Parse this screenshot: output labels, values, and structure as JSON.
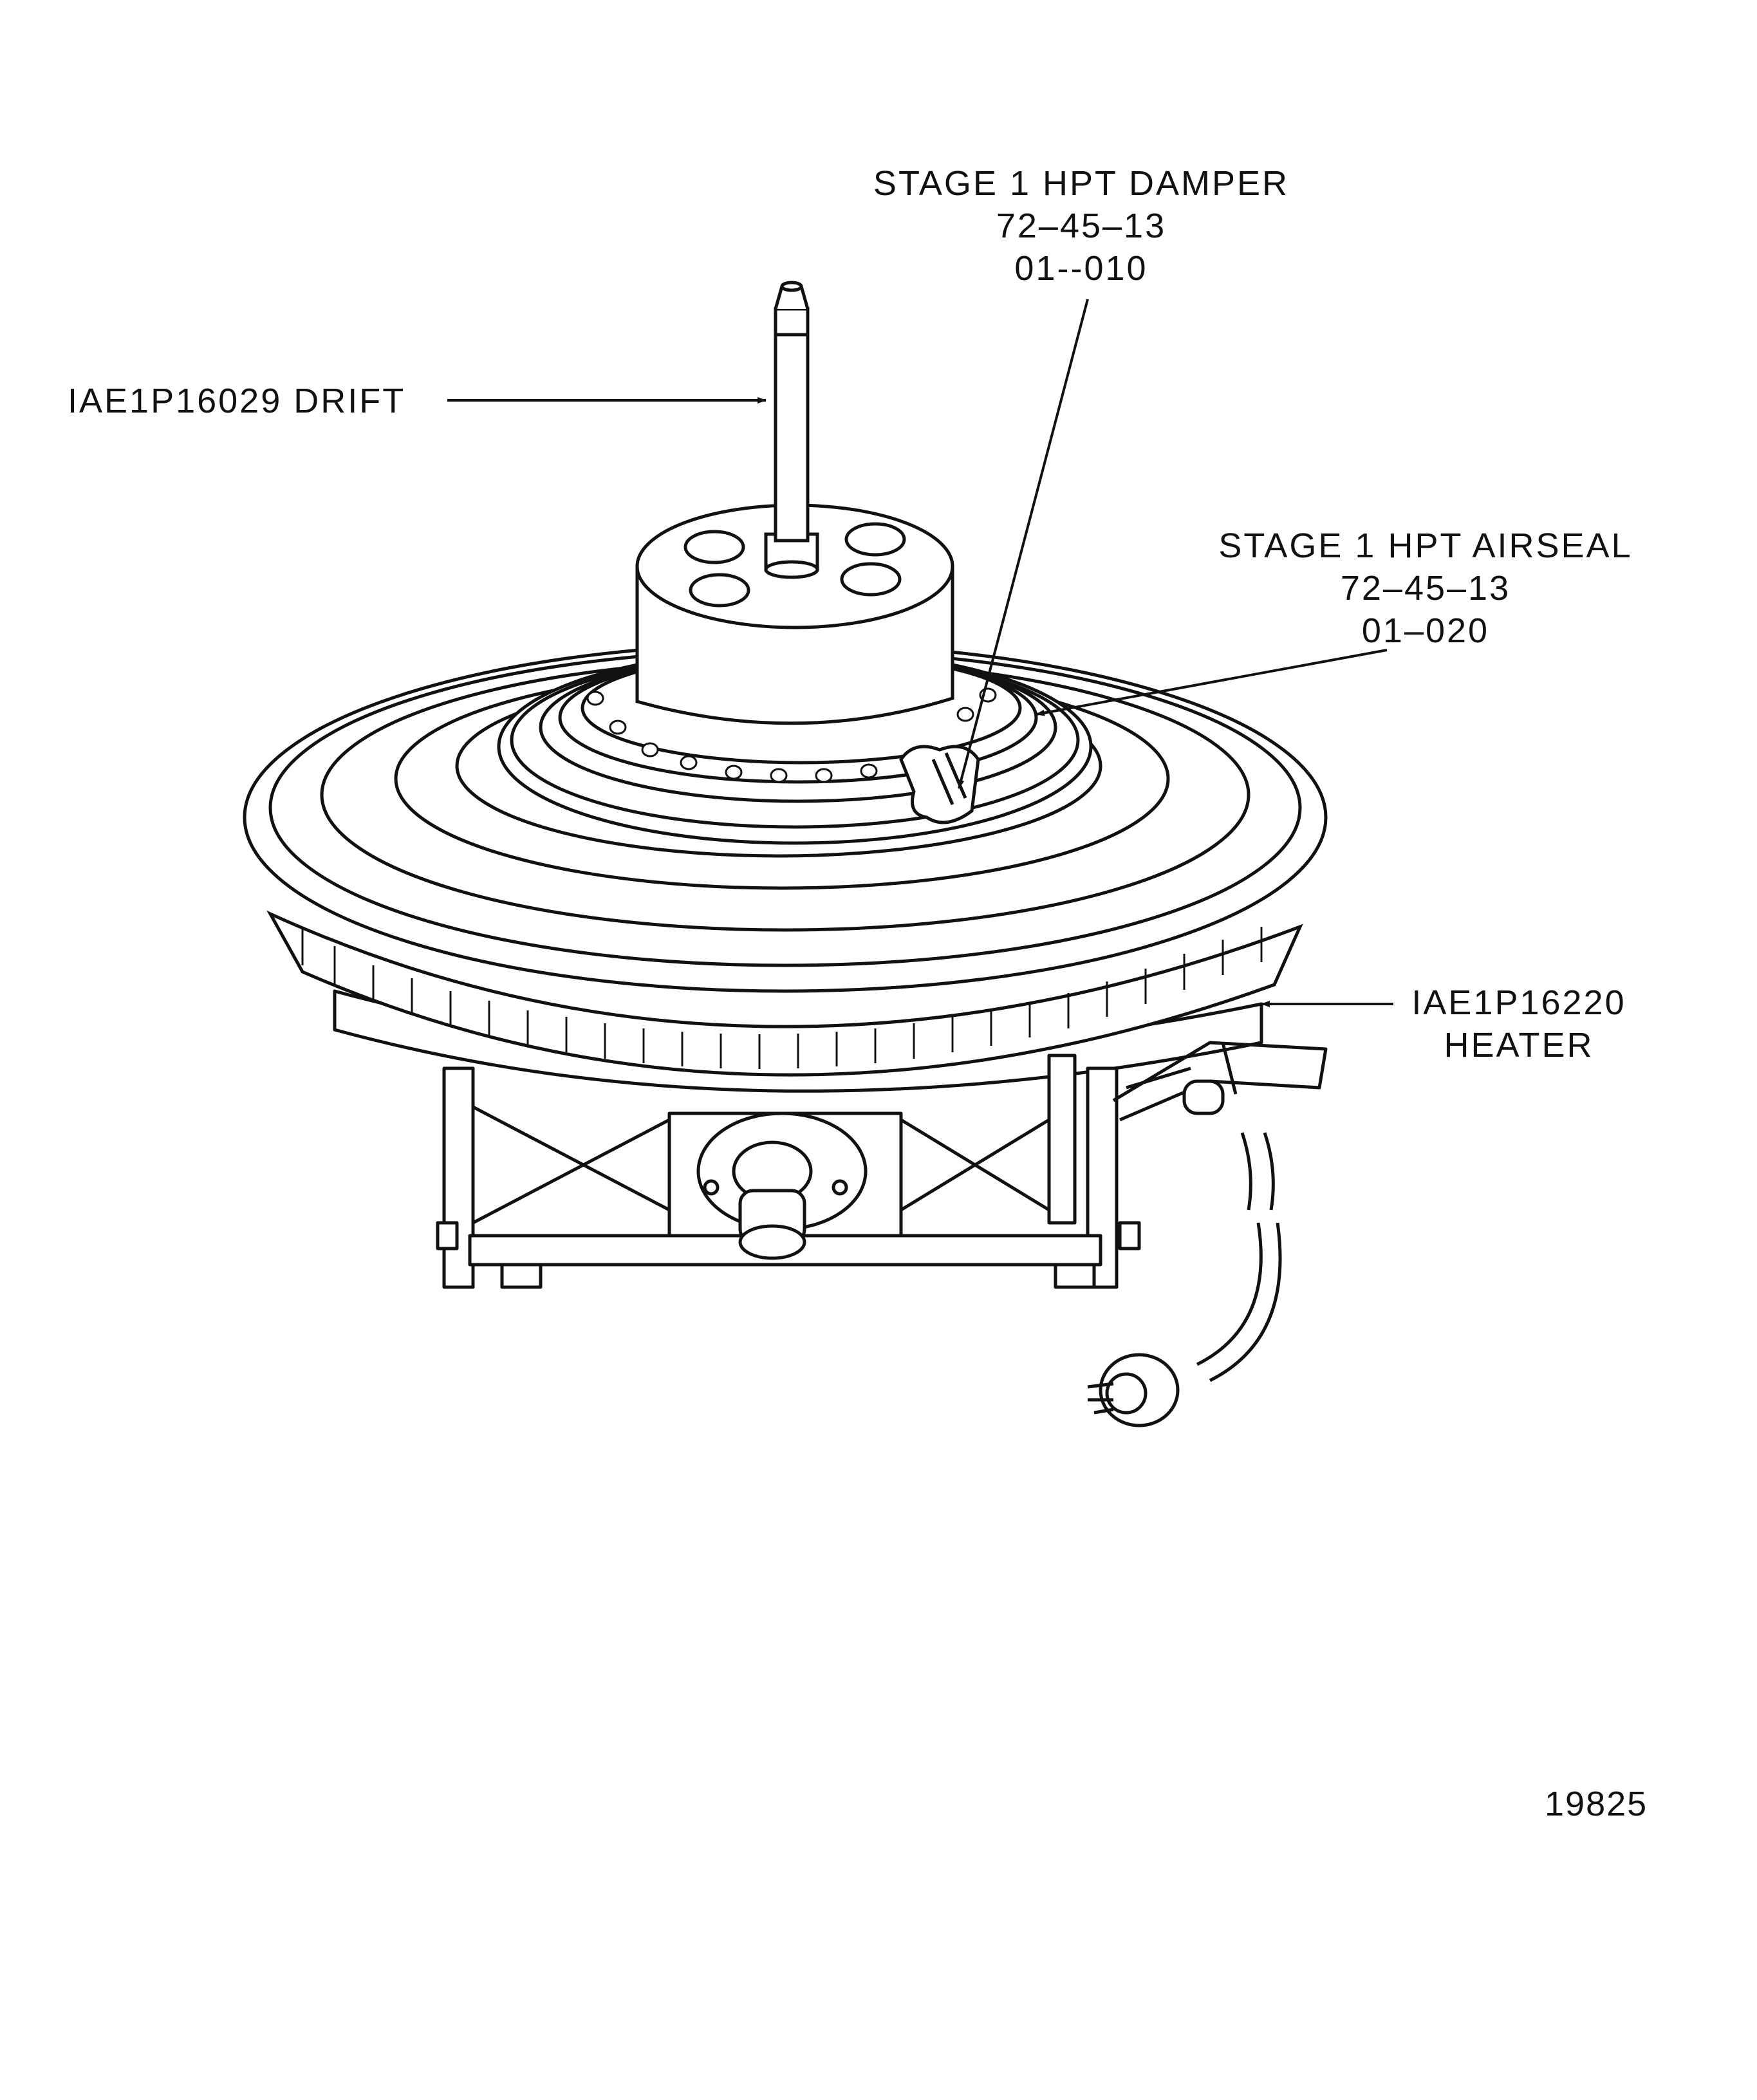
{
  "callouts": {
    "damper": {
      "name": "STAGE 1 HPT DAMPER",
      "ref": "72–45–13",
      "item": "01--010"
    },
    "drift": {
      "label": "IAE1P16029 DRIFT"
    },
    "airseal": {
      "name": "STAGE 1 HPT AIRSEAL",
      "ref": "72–45–13",
      "item": "01–020"
    },
    "heater": {
      "tool": "IAE1P16220",
      "name": "HEATER"
    }
  },
  "figure_number": "19825",
  "colors": {
    "ink": "#111111",
    "paper": "#ffffff"
  }
}
